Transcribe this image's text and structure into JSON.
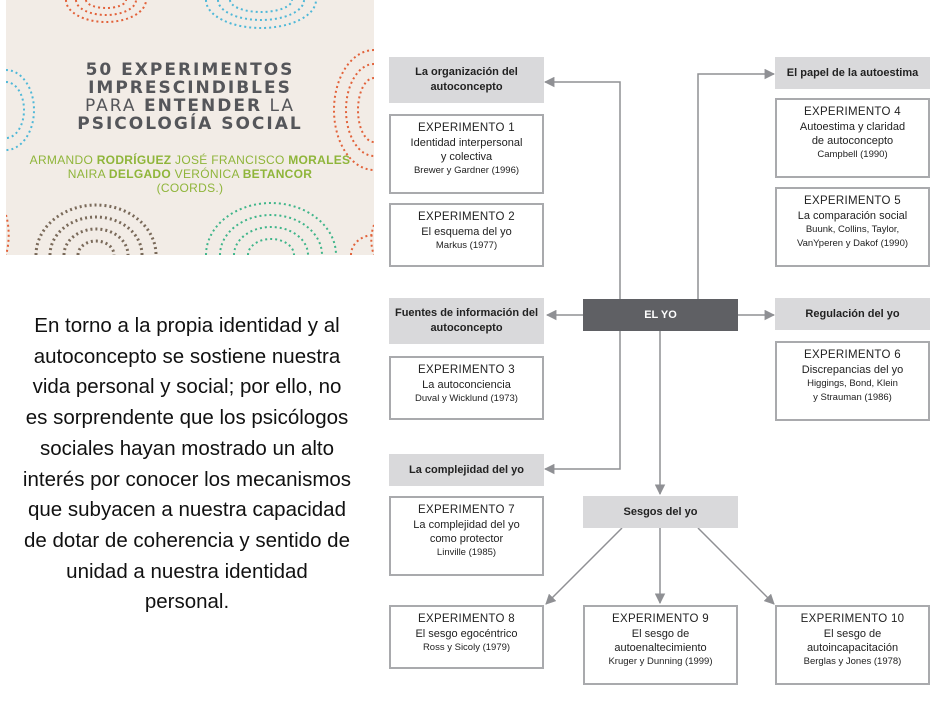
{
  "cover": {
    "title_line1": "50 EXPERIMENTOS",
    "title_line2": "IMPRESCINDIBLES",
    "title_line3_a": "PARA ",
    "title_line3_b": "ENTENDER",
    "title_line3_c": " LA",
    "title_line4": "PSICOLOGÍA SOCIAL",
    "author1_first": "ARMANDO ",
    "author1_last": "RODRÍGUEZ",
    "author2_first": " JOSÉ FRANCISCO ",
    "author2_last": "MORALES",
    "author3_first": "NAIRA ",
    "author3_last": "DELGADO",
    "author4_first": " VERÓNICA ",
    "author4_last": "BETANCOR",
    "coords": "(COORDS.)",
    "colors": {
      "title": "#55565a",
      "authors": "#8fb53a",
      "dots_orange": "#e2623a",
      "dots_blue": "#4fb8d8",
      "dots_green": "#3fb58a",
      "dots_brown": "#7a6a5a"
    }
  },
  "body_text": "En torno a la propia identidad y al autoconcepto se sostiene nuestra vida personal y social; por ello, no es sorprendente que los psicólogos sociales hayan mostrado un alto interés por conocer los mecanismos que subyacen a nuestra capacidad de dotar de coherencia y sentido de unidad a nuestra identidad personal.",
  "diagram": {
    "center": "EL YO",
    "headers": {
      "organizacion": "La organización del autoconcepto",
      "autoestima": "El papel de la autoestima",
      "fuentes": "Fuentes de información del autoconcepto",
      "regulacion": "Regulación del yo",
      "complejidad": "La complejidad del yo",
      "sesgos": "Sesgos del yo"
    },
    "experiments": {
      "e1": {
        "n": "EXPERIMENTO 1",
        "d1": "Identidad interpersonal",
        "d2": "y colectiva",
        "r": "Brewer y Gardner (1996)"
      },
      "e2": {
        "n": "EXPERIMENTO 2",
        "d1": "El esquema del yo",
        "r": "Markus (1977)"
      },
      "e3": {
        "n": "EXPERIMENTO 3",
        "d1": "La autoconciencia",
        "r": "Duval y Wicklund (1973)"
      },
      "e4": {
        "n": "EXPERIMENTO 4",
        "d1": "Autoestima y claridad",
        "d2": "de autoconcepto",
        "r": "Campbell (1990)"
      },
      "e5": {
        "n": "EXPERIMENTO 5",
        "d1": "La comparación social",
        "r1": "Buunk, Collins, Taylor,",
        "r2": "VanYperen y Dakof (1990)"
      },
      "e6": {
        "n": "EXPERIMENTO 6",
        "d1": "Discrepancias del yo",
        "r1": "Higgings, Bond, Klein",
        "r2": "y Strauman (1986)"
      },
      "e7": {
        "n": "EXPERIMENTO 7",
        "d1": "La complejidad del yo",
        "d2": "como protector",
        "r": "Linville (1985)"
      },
      "e8": {
        "n": "EXPERIMENTO 8",
        "d1": "El sesgo egocéntrico",
        "r": "Ross y Sicoly (1979)"
      },
      "e9": {
        "n": "EXPERIMENTO 9",
        "d1": "El sesgo de",
        "d2": "autoenaltecimiento",
        "r": "Kruger y Dunning (1999)"
      },
      "e10": {
        "n": "EXPERIMENTO 10",
        "d1": "El sesgo de",
        "d2": "autoincapacitación",
        "r": "Berglas y Jones (1978)"
      }
    },
    "colors": {
      "header_bg": "#d9d9db",
      "center_bg": "#5f6064",
      "border": "#a9aaad",
      "arrow": "#8f9094"
    }
  }
}
